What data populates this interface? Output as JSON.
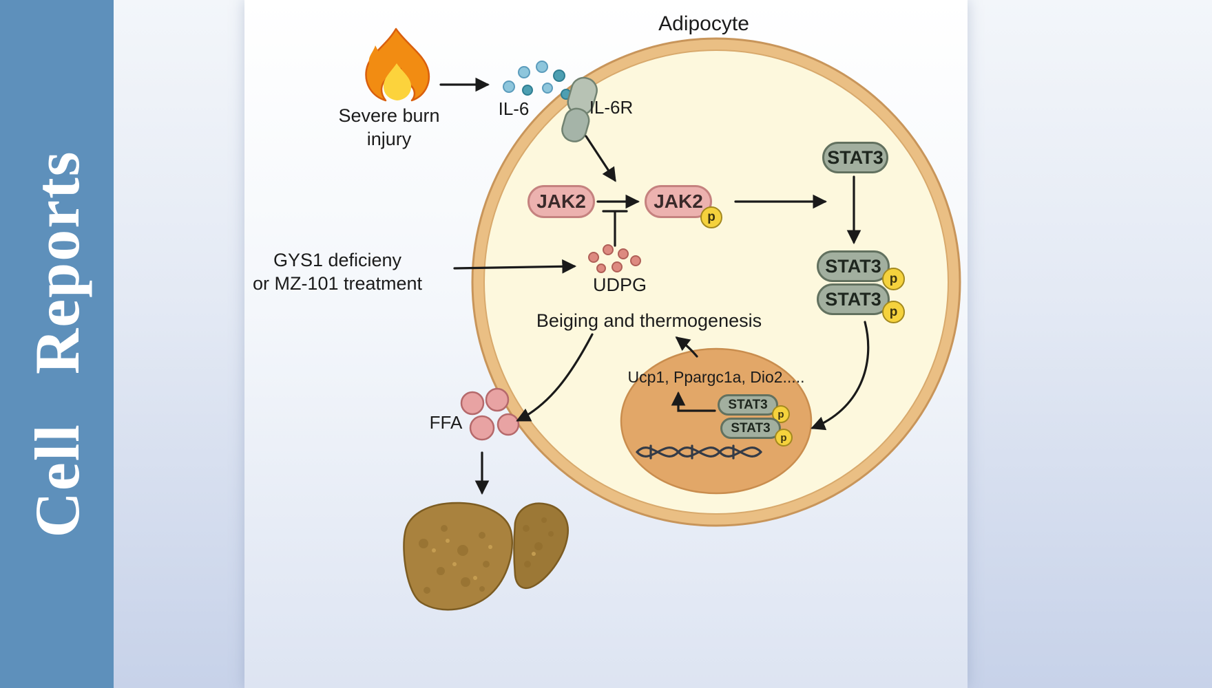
{
  "sidebar": {
    "journal": "Cell Reports"
  },
  "diagram": {
    "title": "Adipocyte",
    "stimulus": {
      "line1": "Severe burn",
      "line2": "injury"
    },
    "ligand": "IL-6",
    "receptor": "IL-6R",
    "kinase": "JAK2",
    "tf": "STAT3",
    "phospho": "p",
    "intervention": {
      "line1": "GYS1 deficieny",
      "line2": "or MZ-101 treatment"
    },
    "metabolite": "UDPG",
    "outcome": "Beiging and thermogenesis",
    "genes": "Ucp1, Ppargc1a, Dio2.....",
    "lipid": "FFA",
    "colors": {
      "sidebar_blue": "#5e90bb",
      "cell_fill": "#fdf8dd",
      "cell_border": "#eabf84",
      "jak2_fill": "#ecb2af",
      "stat3_fill": "#a2af9f",
      "phospho_yellow": "#f5d23d",
      "nucleus_tan": "#e2a768",
      "il6_dot_blue": "#8ec6dc",
      "udpg_dot_salmon": "#dd8a80",
      "ffa_pink": "#e8a3a3",
      "liver_brown": "#a9823e",
      "arrow_black": "#1a1a1a"
    }
  }
}
